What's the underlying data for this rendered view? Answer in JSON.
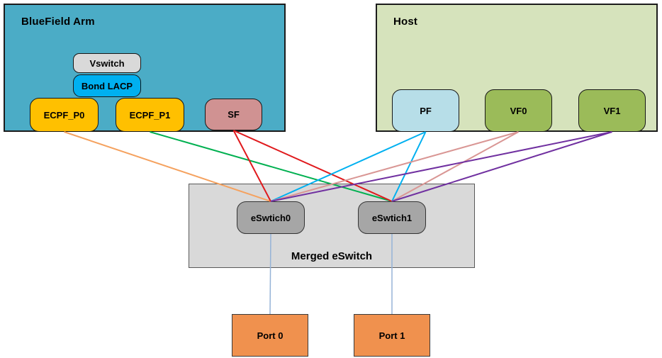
{
  "diagram": {
    "groups": {
      "bluefield": {
        "label": "BlueField Arm",
        "fill": "#4BACC6"
      },
      "host": {
        "label": "Host",
        "fill": "#D6E3BC"
      },
      "merged": {
        "label": "Merged eSwitch",
        "fill": "#D9D9D9"
      }
    },
    "nodes": {
      "vswitch": {
        "label": "Vswitch",
        "fill": "#D9D9D9"
      },
      "bond_lacp": {
        "label": "Bond LACP",
        "fill": "#00B0F0"
      },
      "ecpf_p0": {
        "label": "ECPF_P0",
        "fill": "#FFC000"
      },
      "ecpf_p1": {
        "label": "ECPF_P1",
        "fill": "#FFC000"
      },
      "sf": {
        "label": "SF",
        "fill": "#D09292"
      },
      "pf": {
        "label": "PF",
        "fill": "#B7DEE8"
      },
      "vf0": {
        "label": "VF0",
        "fill": "#9BBB59"
      },
      "vf1": {
        "label": "VF1",
        "fill": "#9BBB59"
      },
      "eswitch0": {
        "label": "eSwtich0",
        "fill": "#A6A6A6"
      },
      "eswitch1": {
        "label": "eSwtich1",
        "fill": "#A6A6A6"
      },
      "port0": {
        "label": "Port 0",
        "fill": "#F0914E"
      },
      "port1": {
        "label": "Port 1",
        "fill": "#F0914E"
      }
    },
    "edges": [
      {
        "from": "ecpf_p0",
        "to": "eswitch0",
        "color": "#F5A25F",
        "width": 2
      },
      {
        "from": "ecpf_p1",
        "to": "eswitch1",
        "color": "#00B050",
        "width": 2
      },
      {
        "from": "sf",
        "to": "eswitch0",
        "color": "#E0191C",
        "width": 2
      },
      {
        "from": "sf",
        "to": "eswitch1",
        "color": "#E0191C",
        "width": 2
      },
      {
        "from": "pf",
        "to": "eswitch0",
        "color": "#00B0F0",
        "width": 2
      },
      {
        "from": "pf",
        "to": "eswitch1",
        "color": "#00B0F0",
        "width": 2
      },
      {
        "from": "vf0",
        "to": "eswitch0",
        "color": "#D99694",
        "width": 2
      },
      {
        "from": "vf0",
        "to": "eswitch1",
        "color": "#D99694",
        "width": 2
      },
      {
        "from": "vf1",
        "to": "eswitch0",
        "color": "#7030A0",
        "width": 2
      },
      {
        "from": "vf1",
        "to": "eswitch1",
        "color": "#7030A0",
        "width": 2
      },
      {
        "from": "eswitch0",
        "to": "port0",
        "color": "#95B3D7",
        "width": 1.5
      },
      {
        "from": "eswitch1",
        "to": "port1",
        "color": "#95B3D7",
        "width": 1.5
      }
    ]
  }
}
